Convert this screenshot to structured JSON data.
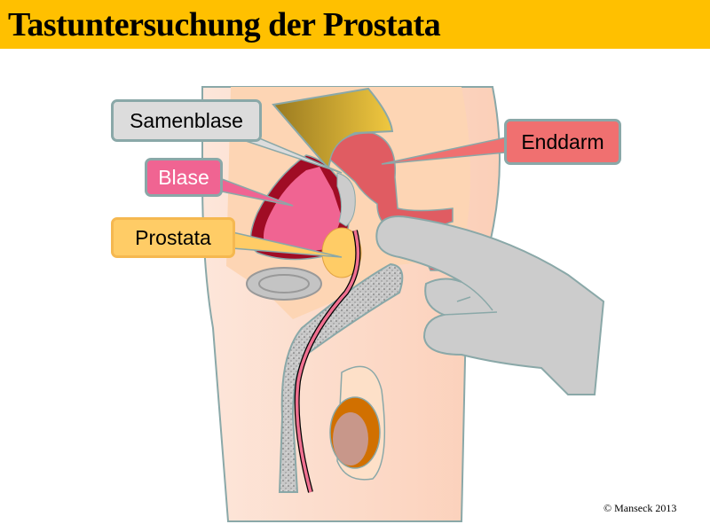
{
  "title": "Tastuntersuchung der Prostata",
  "labels": {
    "samenblase": "Samenblase",
    "blase": "Blase",
    "prostata": "Prostata",
    "enddarm": "Enddarm"
  },
  "copyright": "© Manseck 2013",
  "colors": {
    "header": "#FFC000",
    "skin": "#FDD9BE",
    "bladder": "#F06492",
    "rectum": "#E05C62",
    "prostate": "#FFCC66",
    "glove": "#CCCCCC",
    "testis": "#D17000"
  }
}
